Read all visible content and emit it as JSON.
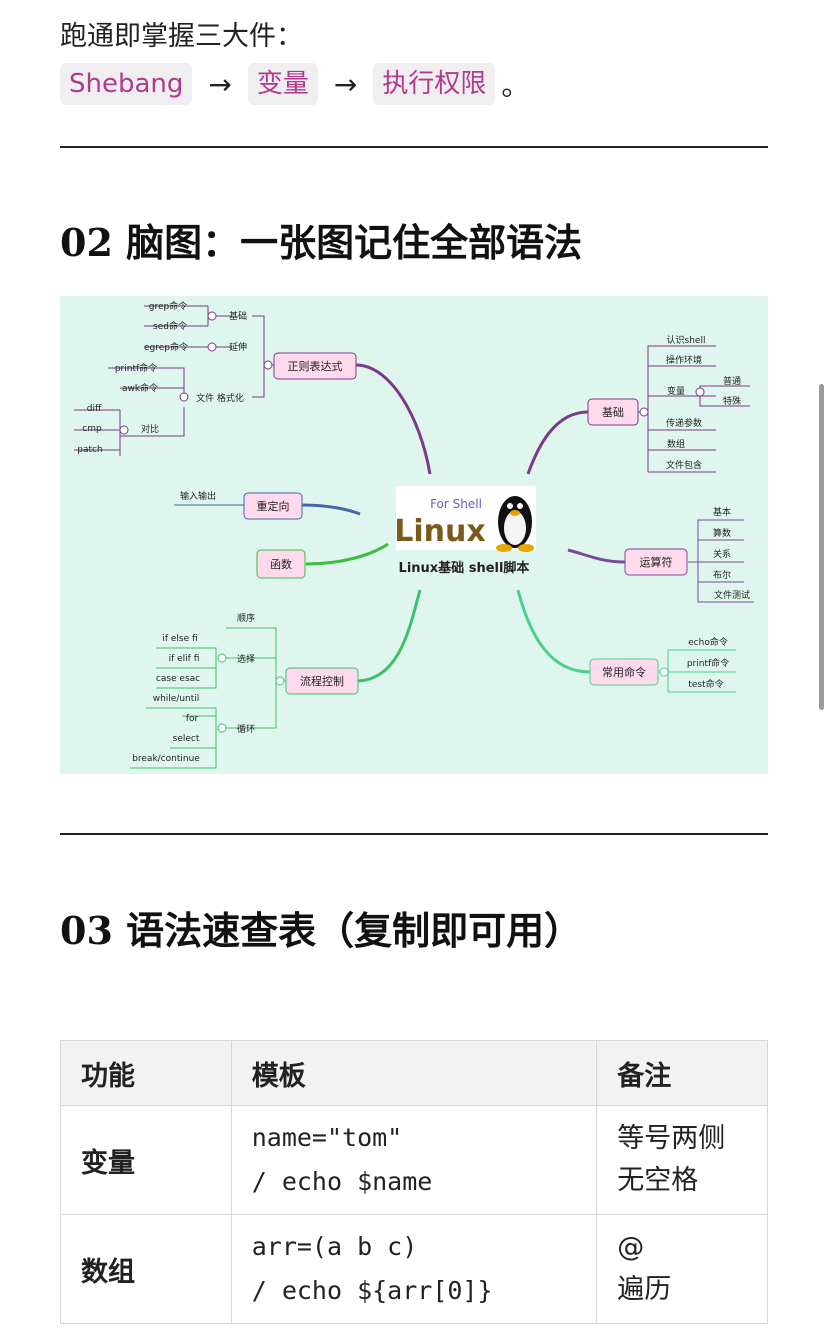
{
  "intro": {
    "text": "跑通即掌握三大件：",
    "chain": [
      "Shebang",
      "变量",
      "执行权限"
    ],
    "arrow": "→",
    "period": "。"
  },
  "section2": {
    "title": "02 脑图：一张图记住全部语法"
  },
  "mindmap": {
    "center": {
      "tagline": "For Shell",
      "logo": "Linux",
      "caption": "Linux基础 shell脚本"
    },
    "regex": {
      "label": "正则表达式",
      "groups": [
        "基础",
        "延伸",
        "文件 格式化",
        "对比"
      ],
      "leaves": [
        "grep命令",
        "sed命令",
        "egrep命令",
        "printf命令",
        "awk命令",
        "diff",
        "cmp",
        "patch"
      ]
    },
    "redirect": {
      "label": "重定向",
      "leaves": [
        "输入输出"
      ]
    },
    "func": {
      "label": "函数"
    },
    "flow": {
      "label": "流程控制",
      "groups": [
        "顺序",
        "选择",
        "循环"
      ],
      "leaves": [
        "if else fi",
        "if elif fi",
        "case esac",
        "while/until",
        "for",
        "select",
        "break/continue"
      ]
    },
    "basic": {
      "label": "基础",
      "leaves": [
        "认识shell",
        "操作环境",
        "变量",
        "传递参数",
        "数组",
        "文件包含"
      ],
      "sub": [
        "普通",
        "特殊"
      ]
    },
    "ops": {
      "label": "运算符",
      "leaves": [
        "基本",
        "算数",
        "关系",
        "布尔",
        "文件测试"
      ]
    },
    "cmds": {
      "label": "常用命令",
      "leaves": [
        "echo命令",
        "printf命令",
        "test命令"
      ]
    }
  },
  "section3": {
    "title": "03 语法速查表（复制即可用）"
  },
  "table": {
    "headers": [
      "功能",
      "模板",
      "备注"
    ],
    "rows": [
      {
        "feature": "变量",
        "template": [
          "name=\"tom\"",
          "/ echo $name"
        ],
        "note": [
          "等号两侧",
          "无空格"
        ]
      },
      {
        "feature": "数组",
        "template": [
          "arr=(a b c)",
          "/ echo ${arr[0]}"
        ],
        "note": [
          "@",
          " 遍历"
        ]
      }
    ]
  }
}
